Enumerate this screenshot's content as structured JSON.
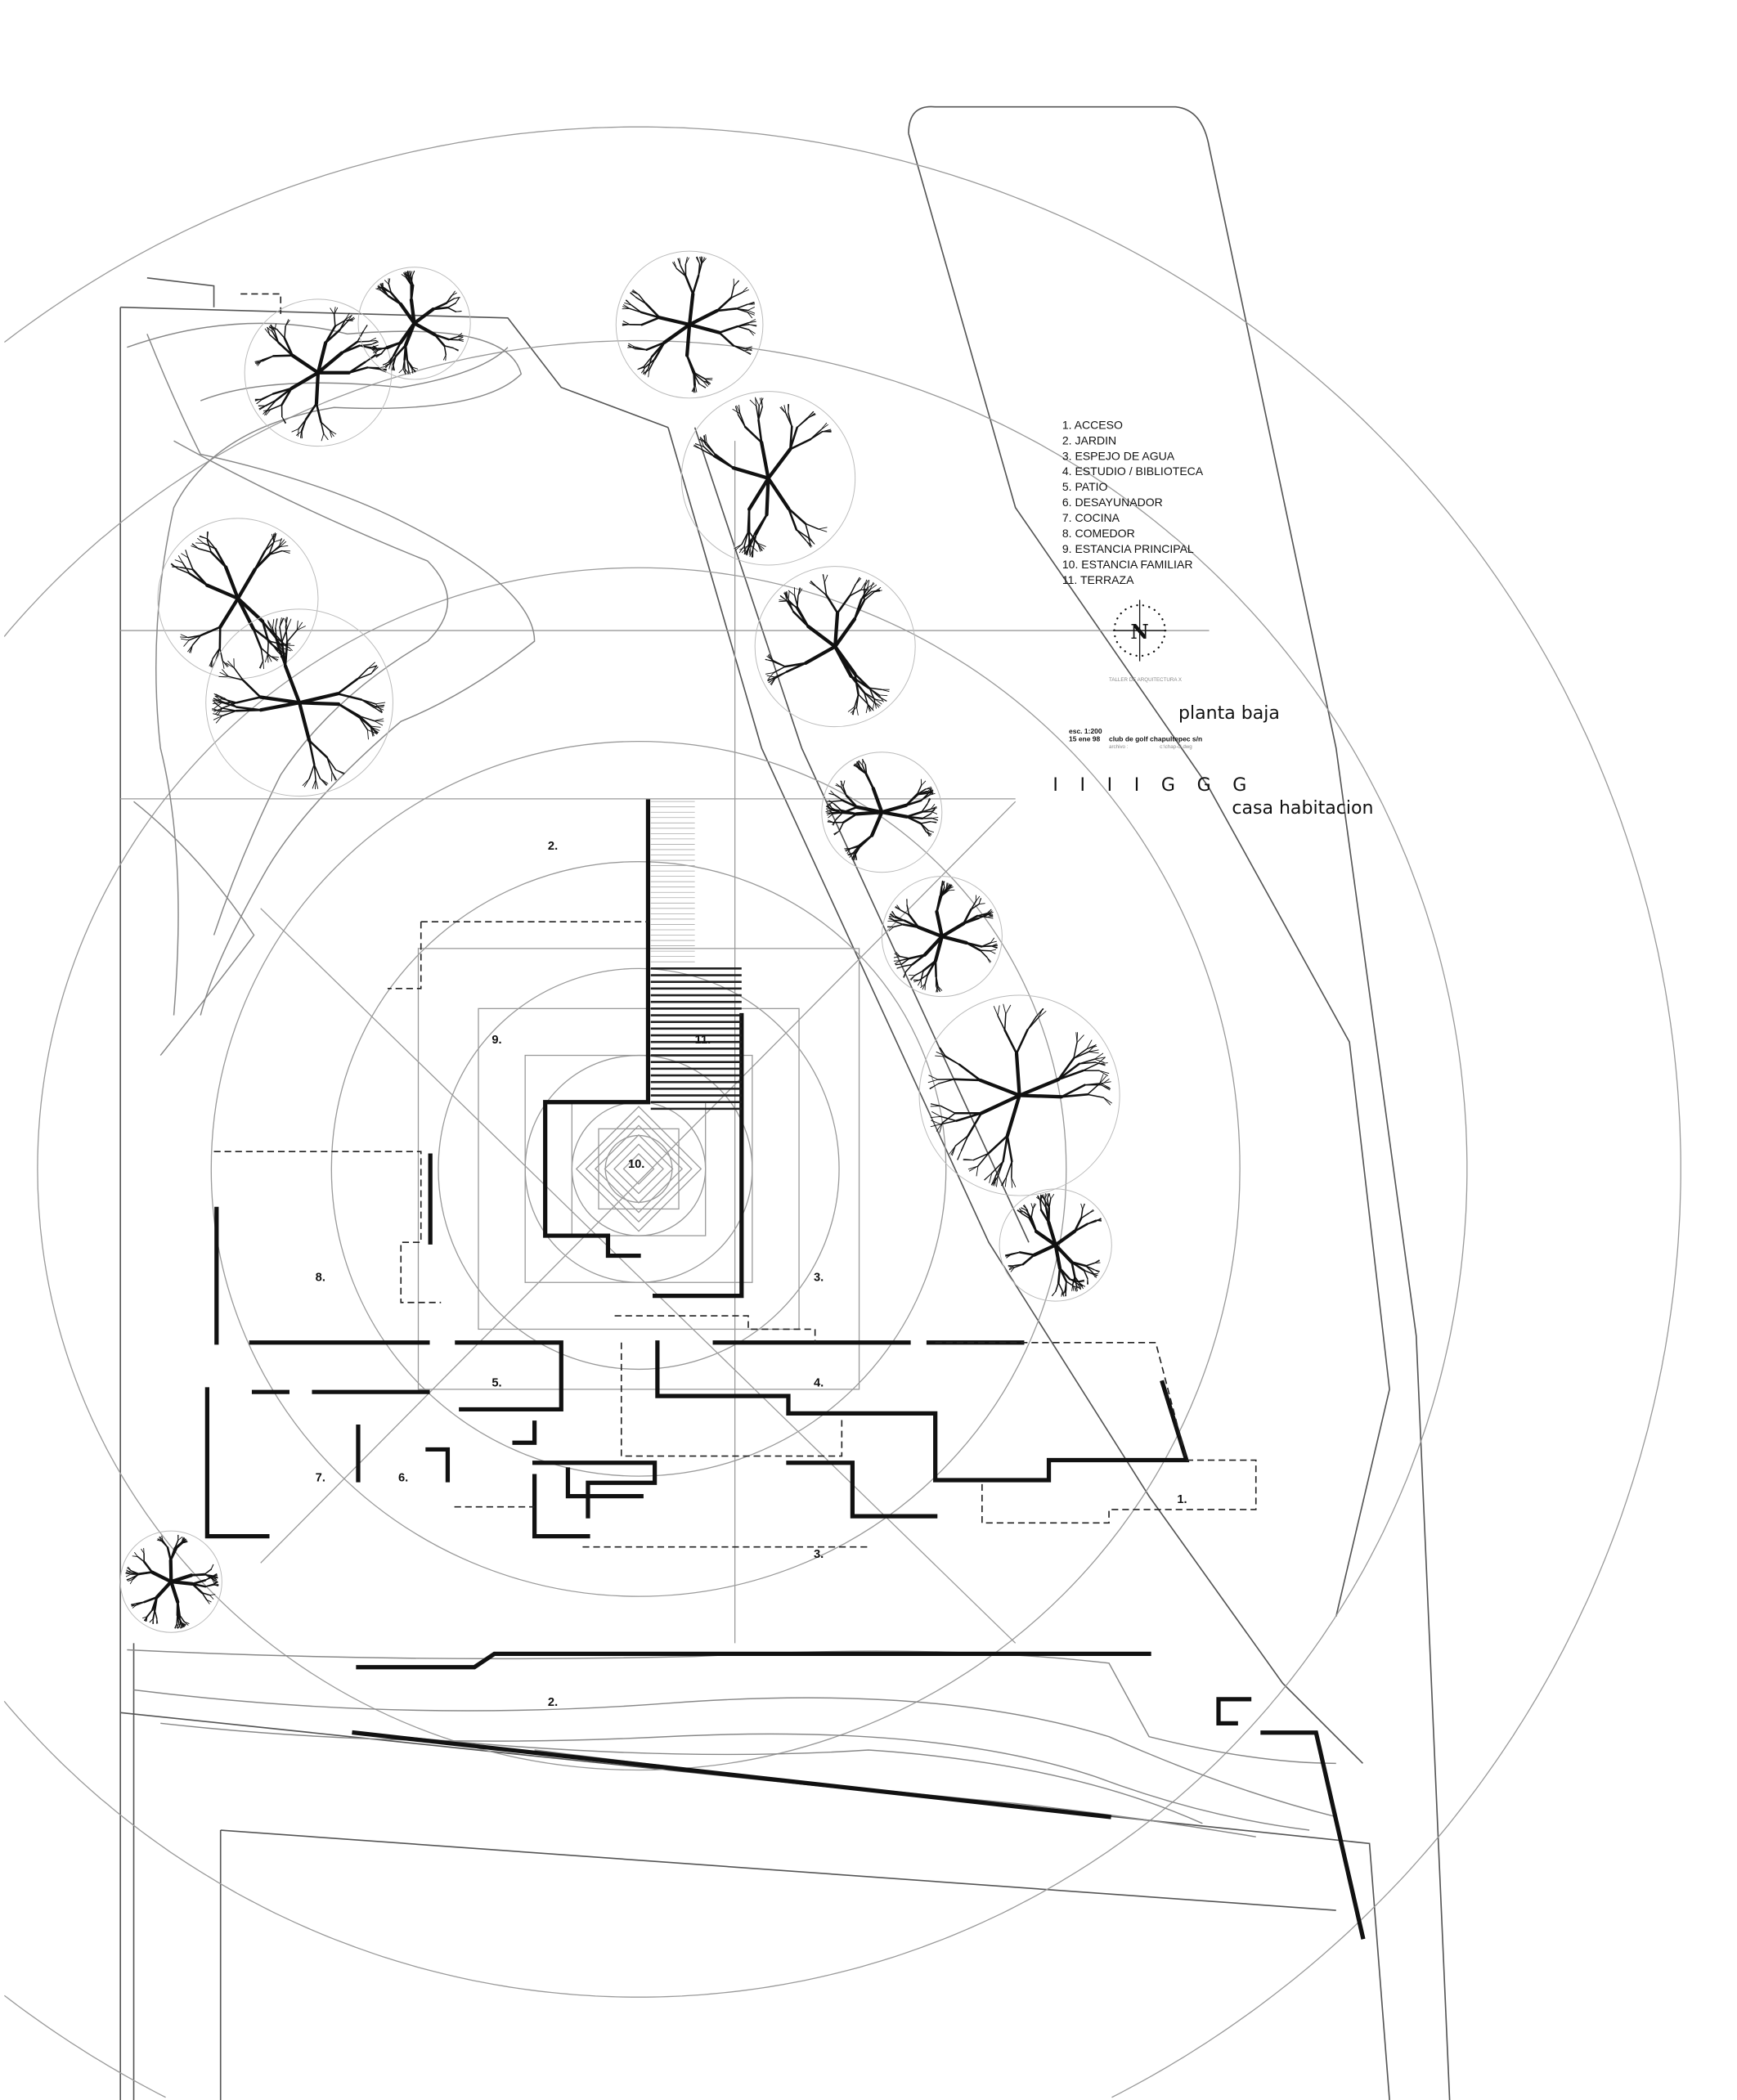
{
  "legend": {
    "items": [
      "1. ACCESO",
      "2. JARDIN",
      "3. ESPEJO DE AGUA",
      "4. ESTUDIO / BIBLIOTECA",
      "5. PATIO",
      "6. DESAYUNADOR",
      "7. COCINA",
      "8. COMEDOR",
      "9. ESTANCIA PRINCIPAL",
      "10. ESTANCIA FAMILIAR",
      "11. TERRAZA"
    ]
  },
  "north_arrow": {
    "label": "N"
  },
  "watermark": "TALLER DE ARQUITECTURA X",
  "title_block": {
    "drawing_title": "planta baja",
    "scale": "esc. 1:200",
    "date": "15 ene 98",
    "address": "club de golf chapultepec  s/n",
    "file_label": "archivo  :",
    "file_path": "c:\\chap-cl.dwg",
    "logo_marks": "I  I        I  I G  G  G",
    "project": "casa  habitacion"
  },
  "room_labels": {
    "jardin_north": "2.",
    "terraza": "11.",
    "estancia_principal": "9.",
    "estancia_familiar": "10.",
    "comedor": "8.",
    "espejo_east": "3.",
    "patio": "5.",
    "estudio": "4.",
    "cocina": "7.",
    "desayunador": "6.",
    "acceso": "1.",
    "espejo_south": "3.",
    "jardin_south": "2."
  }
}
